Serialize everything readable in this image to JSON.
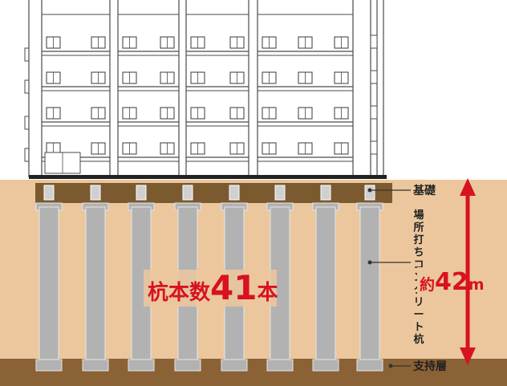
{
  "labels": {
    "foundation": "基礎",
    "pile_type_chars": [
      "場",
      "所",
      "打",
      "ち",
      "コ",
      "ン",
      "ク",
      "リ",
      "ー",
      "ト",
      "杭"
    ],
    "bearing_layer": "支持層",
    "depth_prefix": "約",
    "depth_value": "42",
    "depth_unit": "m",
    "pile_count_prefix": "杭本数",
    "pile_count_value": "41",
    "pile_count_suffix": "本"
  },
  "colors": {
    "soil": "#ecc79e",
    "foundation_band": "#7b5a2f",
    "bearing_band": "#8b6235",
    "pile": "#b2b2b2",
    "pile_edge": "#e6e6e6",
    "accent_red": "#d8121f",
    "building_line": "#4a4a4a",
    "leader_line": "#333333"
  }
}
